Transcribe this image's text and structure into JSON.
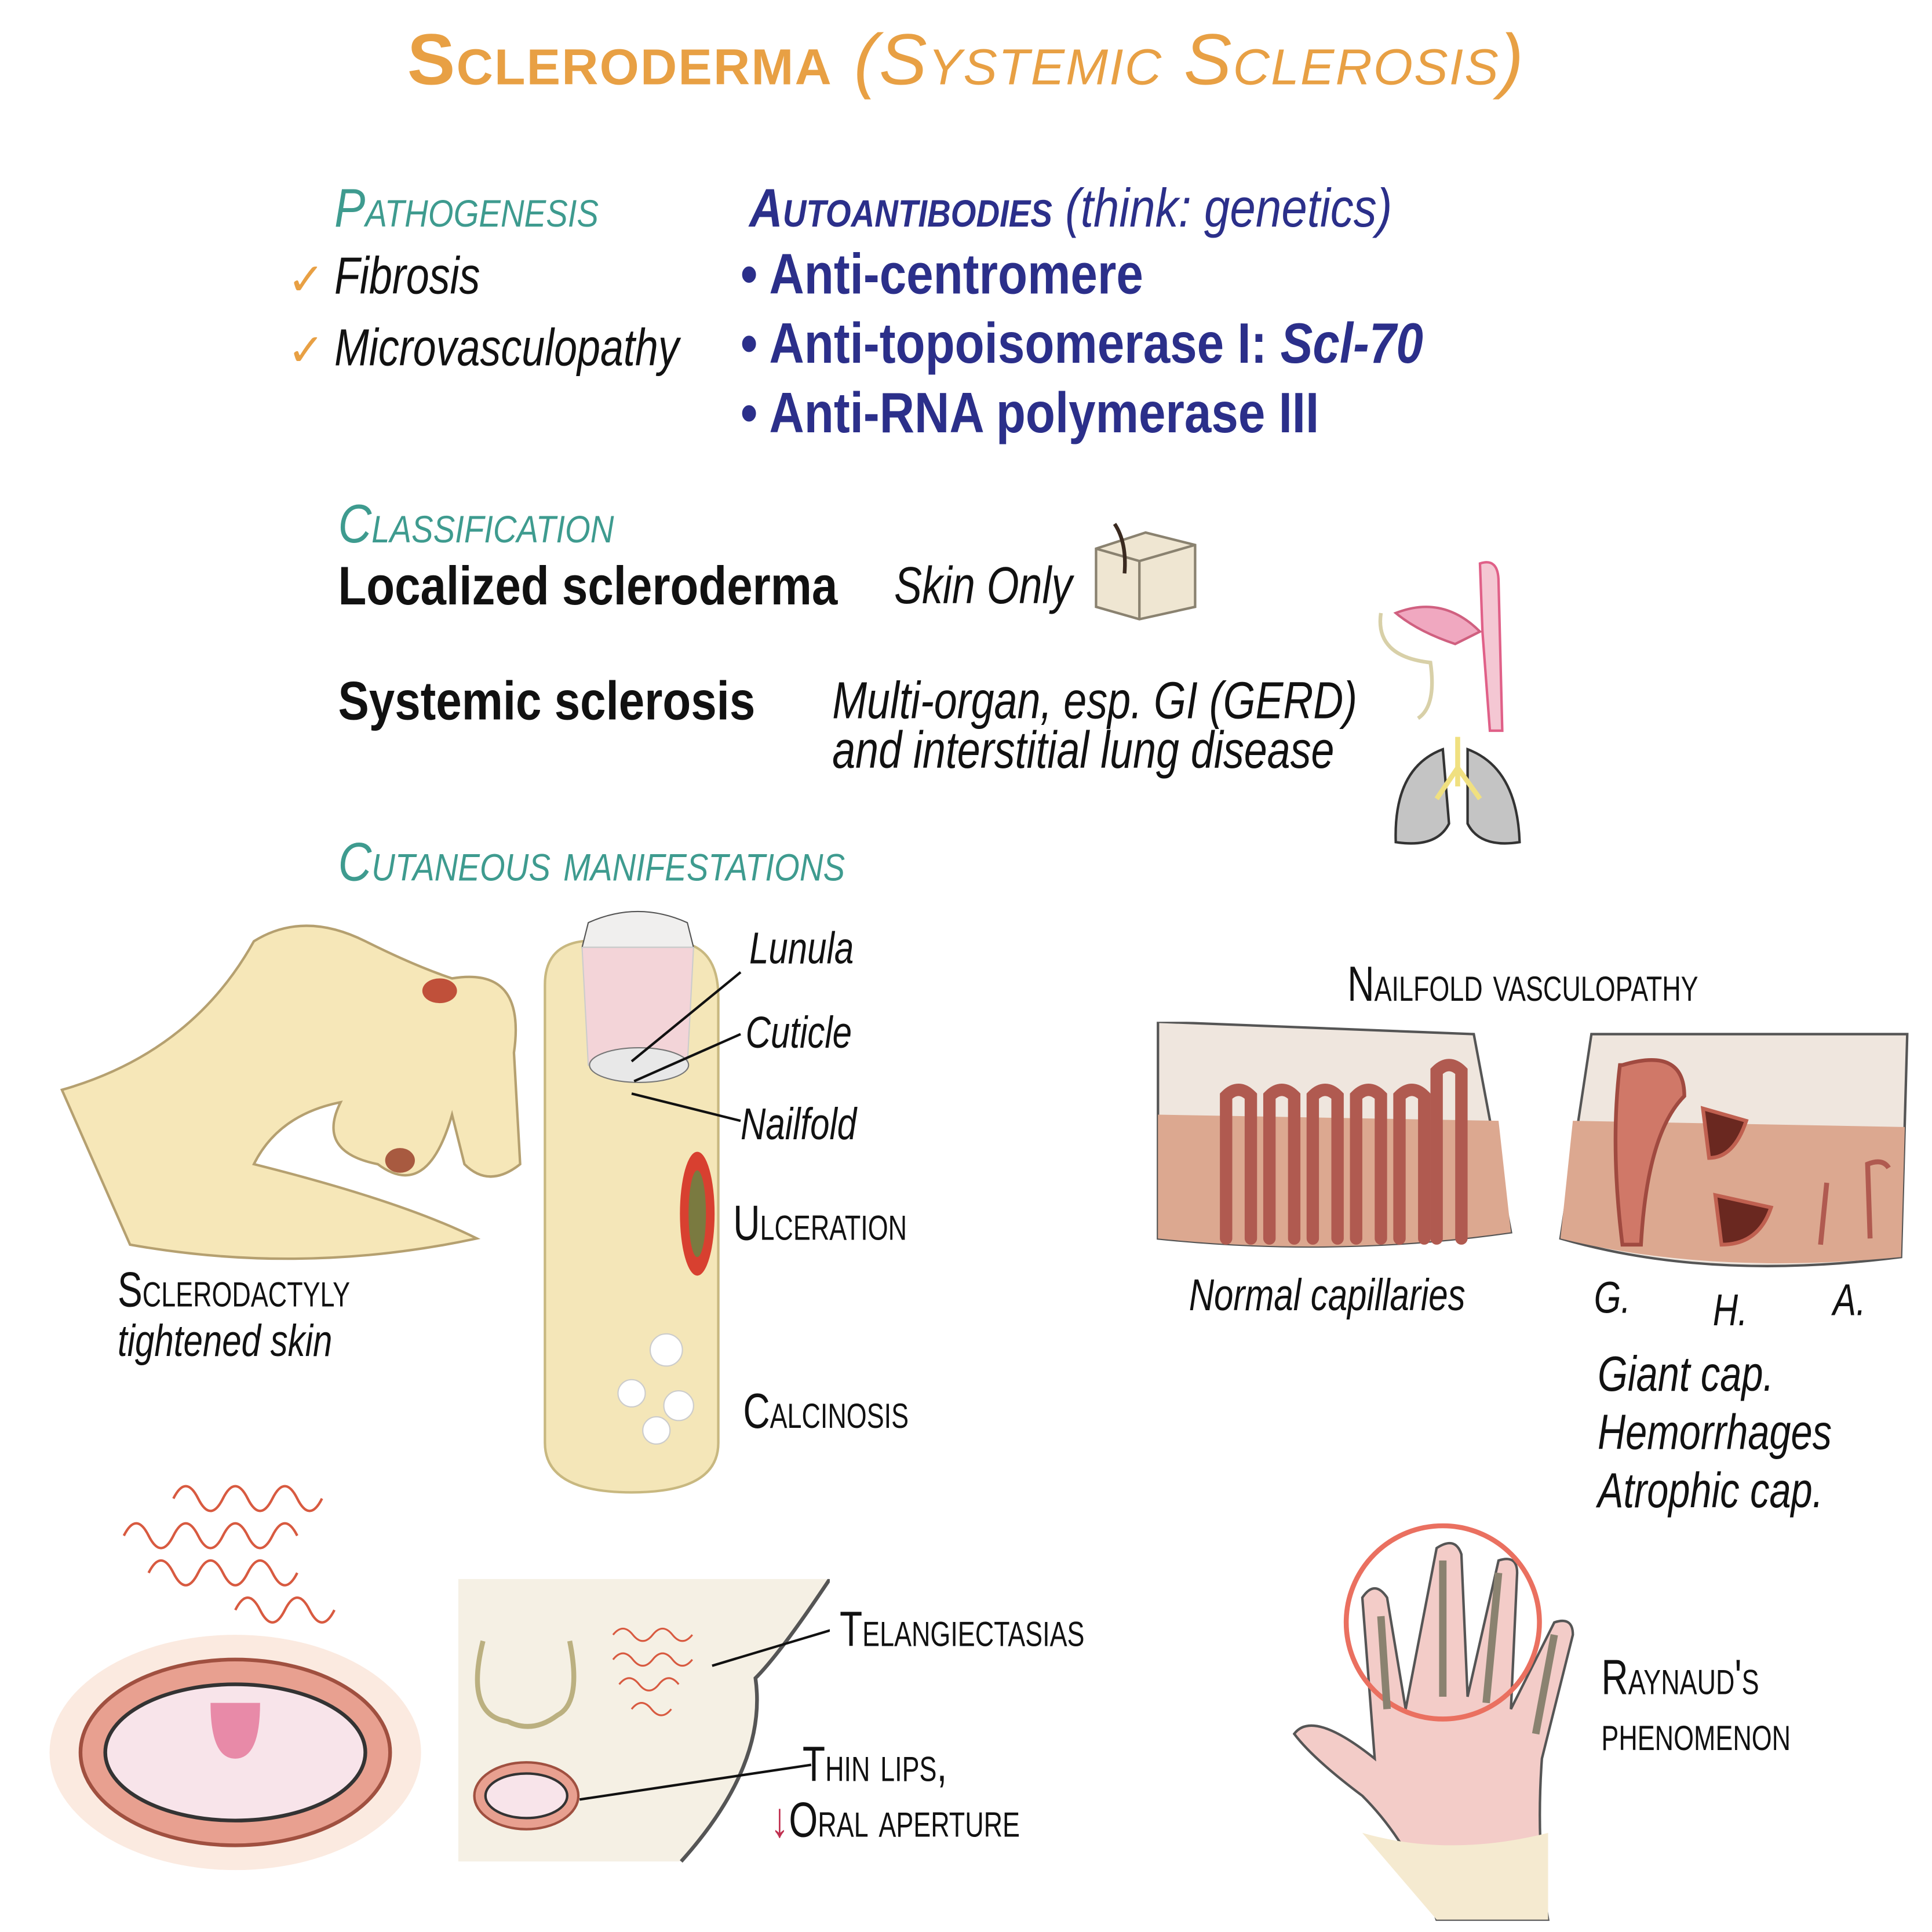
{
  "title": {
    "main": "Scleroderma",
    "sub": "(Systemic Sclerosis)"
  },
  "pathogenesis": {
    "heading": "Pathogenesis",
    "items": [
      "Fibrosis",
      "Microvasculopathy"
    ],
    "check_icon": "✓"
  },
  "autoantibodies": {
    "heading": "Autoantibodies",
    "note": "(think: genetics)",
    "items": [
      "Anti-centromere",
      "Anti-topoisomerase I: ",
      "Anti-RNA polymerase III"
    ],
    "item2_suffix": "Scl-70"
  },
  "classification": {
    "heading": "Classification",
    "localized": {
      "name": "Localized scleroderma",
      "desc": "Skin Only"
    },
    "systemic": {
      "name": "Systemic sclerosis",
      "desc_line1": "Multi-organ, esp. GI (GERD)",
      "desc_line2": "and interstitial lung disease"
    }
  },
  "cutaneous": {
    "heading": "Cutaneous manifestations",
    "finger_labels": {
      "lunula": "Lunula",
      "cuticle": "Cuticle",
      "nailfold": "Nailfold",
      "ulceration": "Ulceration",
      "calcinosis": "Calcinosis"
    },
    "sclerodactyly": {
      "title": "Sclerodactyly",
      "desc": "tightened skin"
    },
    "nailfold": {
      "heading": "Nailfold vasculopathy",
      "normal": "Normal capillaries",
      "letters": [
        "G.",
        "H.",
        "A."
      ],
      "legend": [
        "Giant cap.",
        "Hemorrhages",
        "Atrophic cap."
      ]
    },
    "face": {
      "telangiectasias": "Telangiectasias",
      "thin_lips": "Thin lips,",
      "oral_aperture": "Oral aperture",
      "down_arrow": "↓"
    },
    "raynaud": {
      "line1": "Raynaud's",
      "line2": "phenomenon"
    }
  },
  "colors": {
    "title": "#e8a044",
    "teal": "#3e9b8f",
    "navy": "#2b2f8a"
  }
}
